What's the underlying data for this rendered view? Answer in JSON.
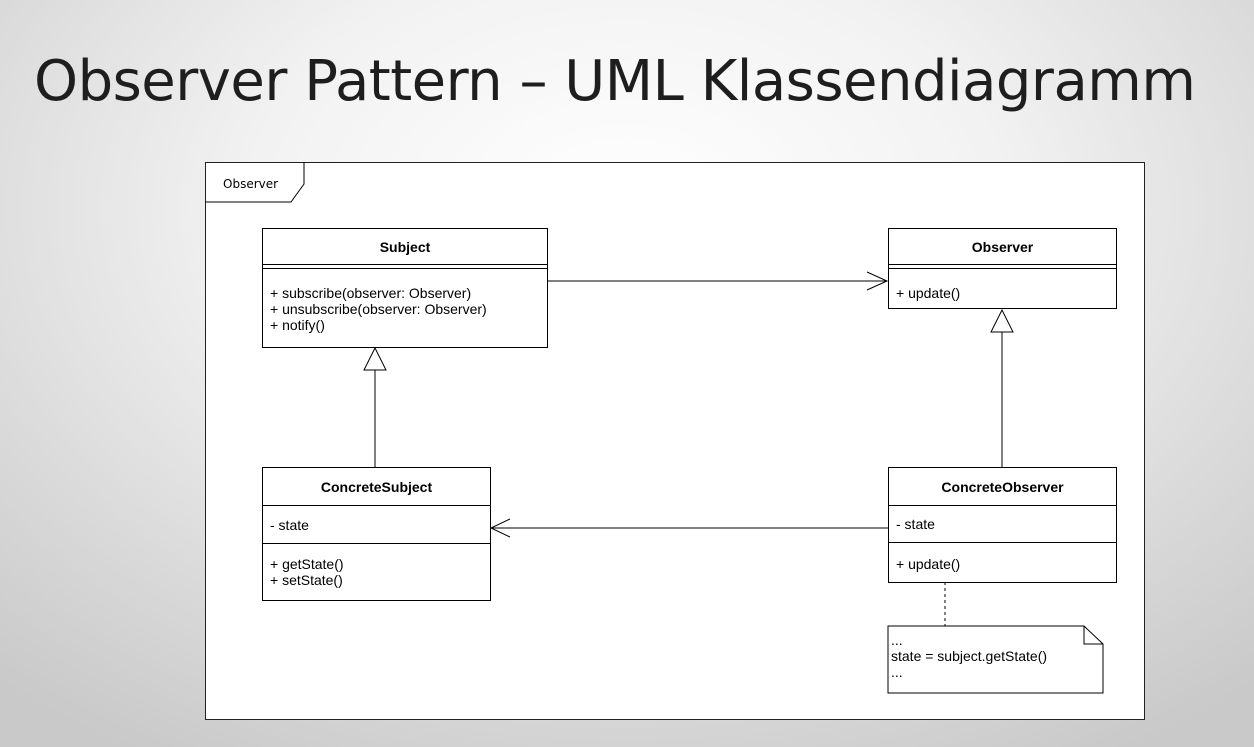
{
  "slide": {
    "title": "Observer Pattern – UML Klassendiagramm"
  },
  "frame": {
    "label": "Observer"
  },
  "classes": {
    "subject": {
      "name": "Subject",
      "methods": [
        "+ subscribe(observer: Observer)",
        "+ unsubscribe(observer: Observer)",
        "+ notify()"
      ]
    },
    "observer": {
      "name": "Observer",
      "methods": [
        "+ update()"
      ]
    },
    "concrete_subject": {
      "name": "ConcreteSubject",
      "attributes": [
        "- state"
      ],
      "methods": [
        "+ getState()",
        "+ setState()"
      ]
    },
    "concrete_observer": {
      "name": "ConcreteObserver",
      "attributes": [
        "- state"
      ],
      "methods": [
        "+ update()"
      ]
    }
  },
  "note": {
    "lines": [
      "...",
      "state = subject.getState()",
      "..."
    ]
  }
}
